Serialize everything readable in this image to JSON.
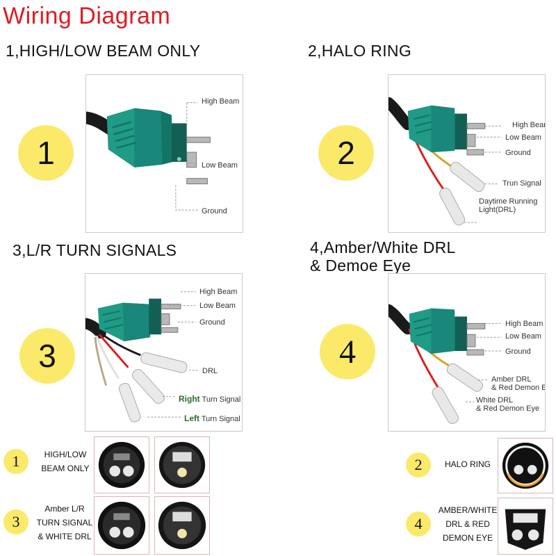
{
  "title": "Wiring Diagram",
  "sections": [
    {
      "heading": "1,HIGH/LOW BEAM ONLY",
      "number": "1",
      "labels": [
        "High Beam",
        "Low Beam",
        "Ground"
      ]
    },
    {
      "heading": "2,HALO RING",
      "number": "2",
      "labels": [
        "High Beam",
        "Low Beam",
        "Ground",
        "Trun Signal",
        "Daytime Running",
        "Light(DRL)"
      ]
    },
    {
      "heading": "3,L/R TURN SIGNALS",
      "number": "3",
      "labels": [
        "High Beam",
        "Low Beam",
        "Ground",
        "DRL"
      ],
      "right_word": "Right",
      "left_word": "Left",
      "turn_signal": "Turn Signal"
    },
    {
      "heading_line1": "4,Amber/White DRL",
      "heading_line2": "& Demoe Eye",
      "number": "4",
      "labels": [
        "High Beam",
        "Low Beam",
        "Ground",
        "Amber DRL",
        "& Red Demon Eye",
        "White DRL",
        "& Red Demon Eye"
      ]
    }
  ],
  "products": [
    {
      "number": "1",
      "line1": "HIGH/LOW",
      "line2": "BEAM ONLY"
    },
    {
      "number": "2",
      "line1": "HALO RING"
    },
    {
      "number": "3",
      "line1": "Amber L/R",
      "line2": "TURN SIGNAL",
      "line3": "& WHITE DRL"
    },
    {
      "number": "4",
      "line1": "AMBER/WHITE",
      "line2": "DRL & RED",
      "line3": "DEMON EYE"
    }
  ],
  "colors": {
    "title": "#e01b22",
    "badge": "#fbe96a",
    "connector": "#1f9b86",
    "connector_dark": "#137566"
  }
}
